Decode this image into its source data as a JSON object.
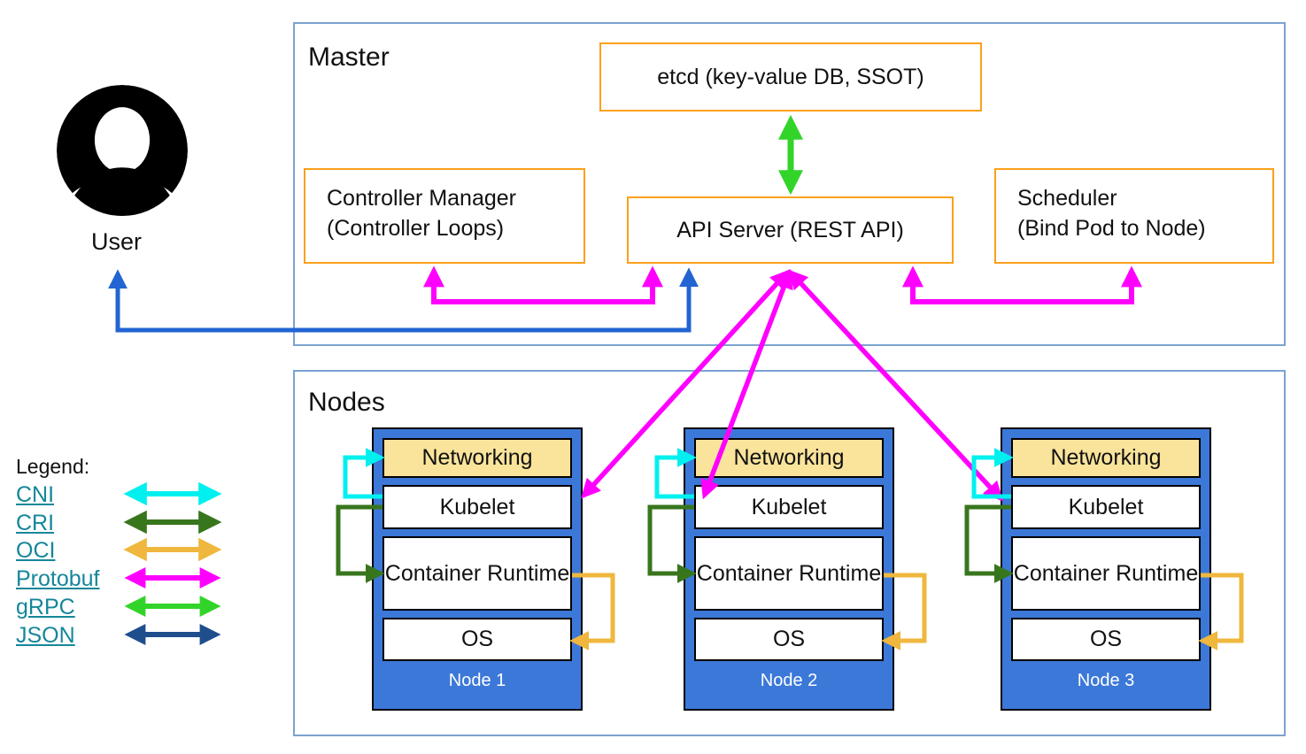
{
  "user": {
    "label": "User"
  },
  "master": {
    "title": "Master",
    "etcd_label": "etcd (key-value DB, SSOT)",
    "controller_manager": {
      "line1": "Controller Manager",
      "line2": "(Controller Loops)"
    },
    "api_server_label": "API Server (REST API)",
    "scheduler": {
      "line1": "Scheduler",
      "line2": "(Bind Pod to Node)"
    }
  },
  "nodes_section": {
    "title": "Nodes",
    "layers": [
      "Networking",
      "Kubelet",
      "Container Runtime",
      "OS"
    ],
    "nodes": [
      {
        "footer": "Node 1"
      },
      {
        "footer": "Node 2"
      },
      {
        "footer": "Node 3"
      }
    ]
  },
  "legend": {
    "title": "Legend:",
    "items": [
      {
        "label": "CNI",
        "key": "cni"
      },
      {
        "label": "CRI",
        "key": "cri"
      },
      {
        "label": "OCI",
        "key": "oci"
      },
      {
        "label": "Protobuf",
        "key": "protobuf"
      },
      {
        "label": "gRPC",
        "key": "grpc"
      },
      {
        "label": "JSON",
        "key": "json"
      }
    ]
  },
  "colors": {
    "cni": "#00f0f0",
    "cri": "#38761d",
    "oci": "#efb73d",
    "protobuf": "#ff00ff",
    "grpc": "#33d42a",
    "json": "#1f4e8c",
    "user_arrow": "#2264d2",
    "box_border": "#fba01c",
    "frame_border": "#7ba3cf",
    "node_fill": "#3c78d8",
    "networking_fill": "#fae49b",
    "legend_link": "#15879a"
  }
}
